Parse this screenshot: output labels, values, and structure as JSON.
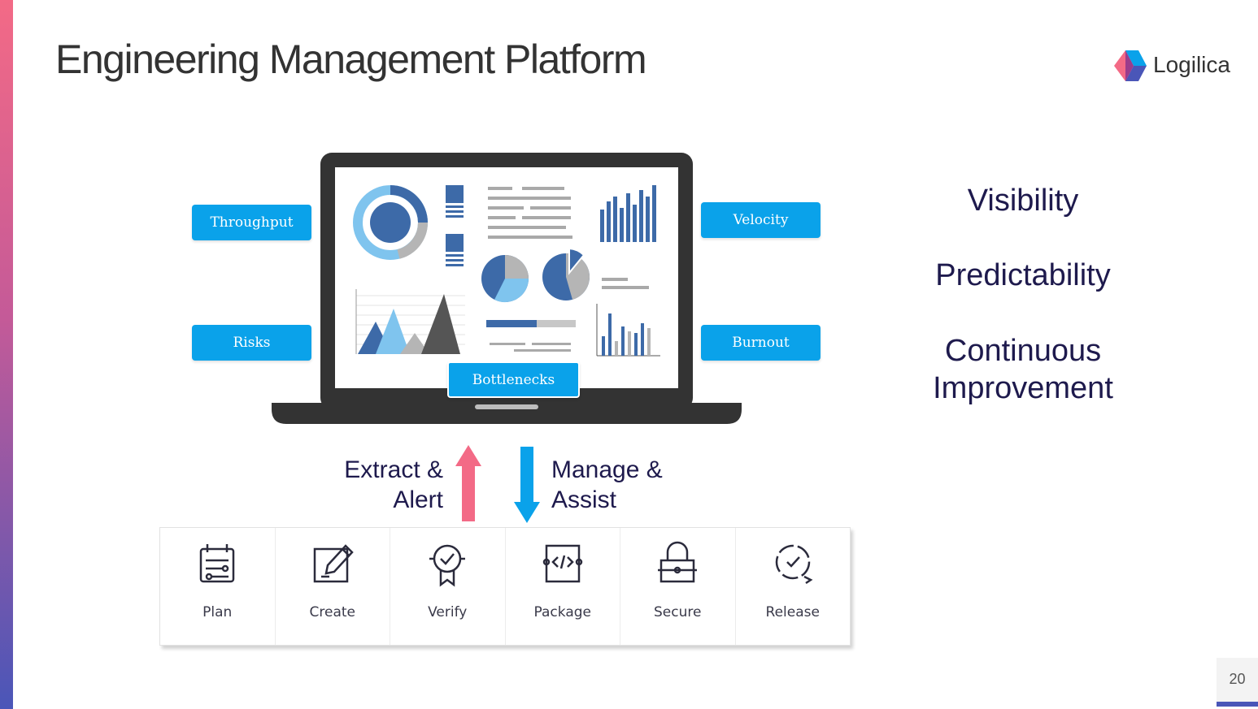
{
  "slide": {
    "title": "Engineering Management Platform",
    "page_number": "20",
    "accent_gradient": [
      "#f36a86",
      "#c45a98",
      "#4a56b8"
    ]
  },
  "logo": {
    "text": "Logilica",
    "icon": "logilica-diamond-icon"
  },
  "dashboard_tags": {
    "throughput": "Throughput",
    "risks": "Risks",
    "velocity": "Velocity",
    "burnout": "Burnout",
    "bottlenecks": "Bottlenecks",
    "tag_color": "#0aa2ea"
  },
  "pillars": {
    "visibility": "Visibility",
    "predictability": "Predictability",
    "continuous_1": "Continuous",
    "continuous_2": "Improvement"
  },
  "flow": {
    "extract_1": "Extract &",
    "extract_2": "Alert",
    "manage_1": "Manage &",
    "manage_2": "Assist",
    "up_arrow_color": "#f36a86",
    "down_arrow_color": "#0aa2ea"
  },
  "phases": [
    {
      "label": "Plan",
      "icon": "plan-icon"
    },
    {
      "label": "Create",
      "icon": "create-icon"
    },
    {
      "label": "Verify",
      "icon": "verify-icon"
    },
    {
      "label": "Package",
      "icon": "package-icon"
    },
    {
      "label": "Secure",
      "icon": "secure-icon"
    },
    {
      "label": "Release",
      "icon": "release-icon"
    }
  ]
}
